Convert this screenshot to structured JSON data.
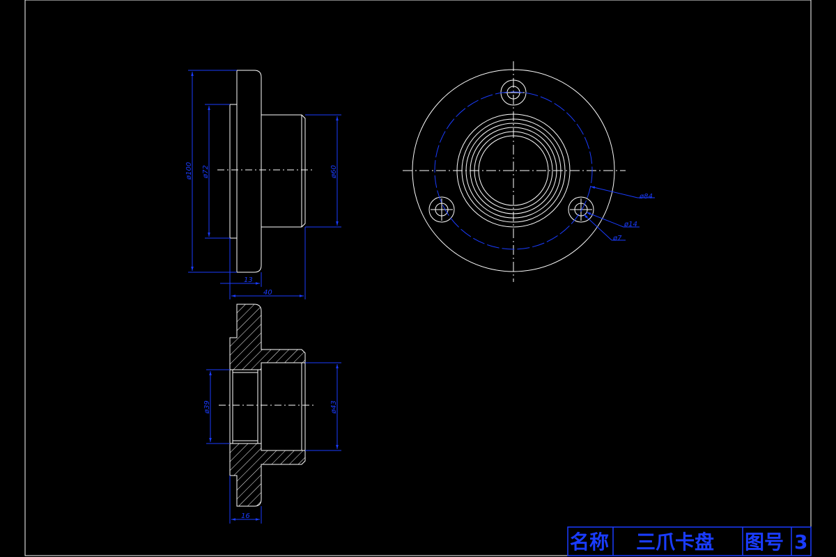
{
  "title_block": {
    "name_label": "名称",
    "part_name": "三爪卡盘",
    "drawing_no_label": "图号",
    "drawing_no": "3"
  },
  "dimensions": {
    "d100": "ø100",
    "d72": "ø72",
    "d60": "ø60",
    "len13": "13",
    "len40": "40",
    "d84": "ø84",
    "d14": "ø14",
    "d7": "ø7",
    "d39": "ø39",
    "d43": "ø43",
    "len16": "16"
  },
  "colors": {
    "background": "#000000",
    "outline": "#ffffff",
    "dimension": "#1a3cff"
  }
}
